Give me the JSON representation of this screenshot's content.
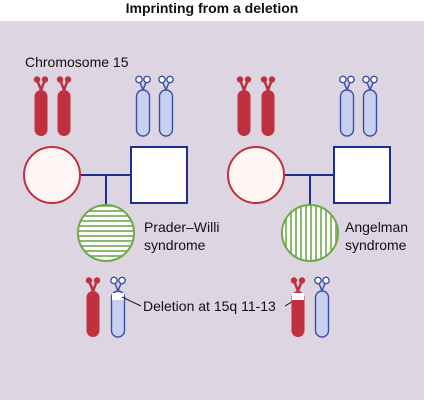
{
  "title": "Imprinting from a deletion",
  "chromosome_label": "Chromosome 15",
  "left": {
    "syndrome_line1": "Prader–Willi",
    "syndrome_line2": "syndrome"
  },
  "right": {
    "syndrome_line1": "Angelman",
    "syndrome_line2": "syndrome"
  },
  "deletion_label": "Deletion at 15q 11-13",
  "colors": {
    "background": "#ddd5e2",
    "maternal": "#c0303f",
    "paternal_fill": "#c8d0f0",
    "paternal_stroke": "#3a4fa8",
    "female_stroke": "#c0303f",
    "female_fill": "#fdf6f5",
    "male_stroke": "#1f2f8f",
    "affected_stroke": "#6fa84a",
    "pedigree_line": "#1f2f8f"
  }
}
